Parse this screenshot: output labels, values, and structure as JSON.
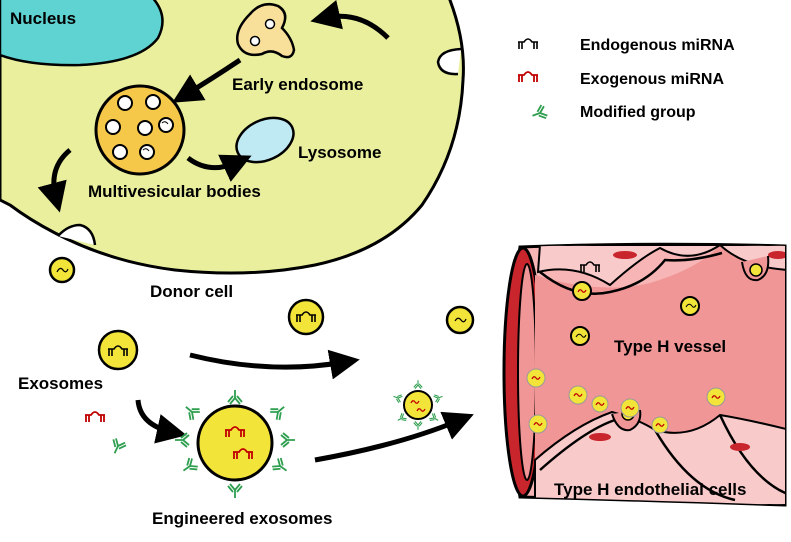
{
  "labels": {
    "nucleus": "Nucleus",
    "early_endosome": "Early endosome",
    "lysosome": "Lysosome",
    "multivesicular_bodies": "Multivesicular bodies",
    "donor_cell": "Donor cell",
    "exosomes": "Exosomes",
    "engineered_exosomes": "Engineered exosomes",
    "type_h_vessel": "Type H vessel",
    "type_h_endothelial_cells": "Type H endothelial cells"
  },
  "legend": [
    {
      "label": "Endogenous miRNA",
      "icon": "endogenous-mirna-icon",
      "color": "#000000"
    },
    {
      "label": "Exogenous miRNA",
      "icon": "exogenous-mirna-icon",
      "color": "#c00000"
    },
    {
      "label": "Modified group",
      "icon": "modified-group-icon",
      "color": "#2e9e4f"
    }
  ],
  "colors": {
    "cell_fill": "#e9ef9c",
    "nucleus_fill": "#5fd2d2",
    "endosome_fill": "#f8df9a",
    "mvb_fill": "#f6c84a",
    "lysosome_fill": "#bfeaf4",
    "exosome_fill": "#f3e43a",
    "vessel_wall": "#c8262c",
    "vessel_outer": "#f7b5b5",
    "vessel_lumen": "#f19696",
    "endothelial_fill": "#f9caca",
    "exogenous": "#c00000",
    "modified": "#2e9e4f"
  }
}
